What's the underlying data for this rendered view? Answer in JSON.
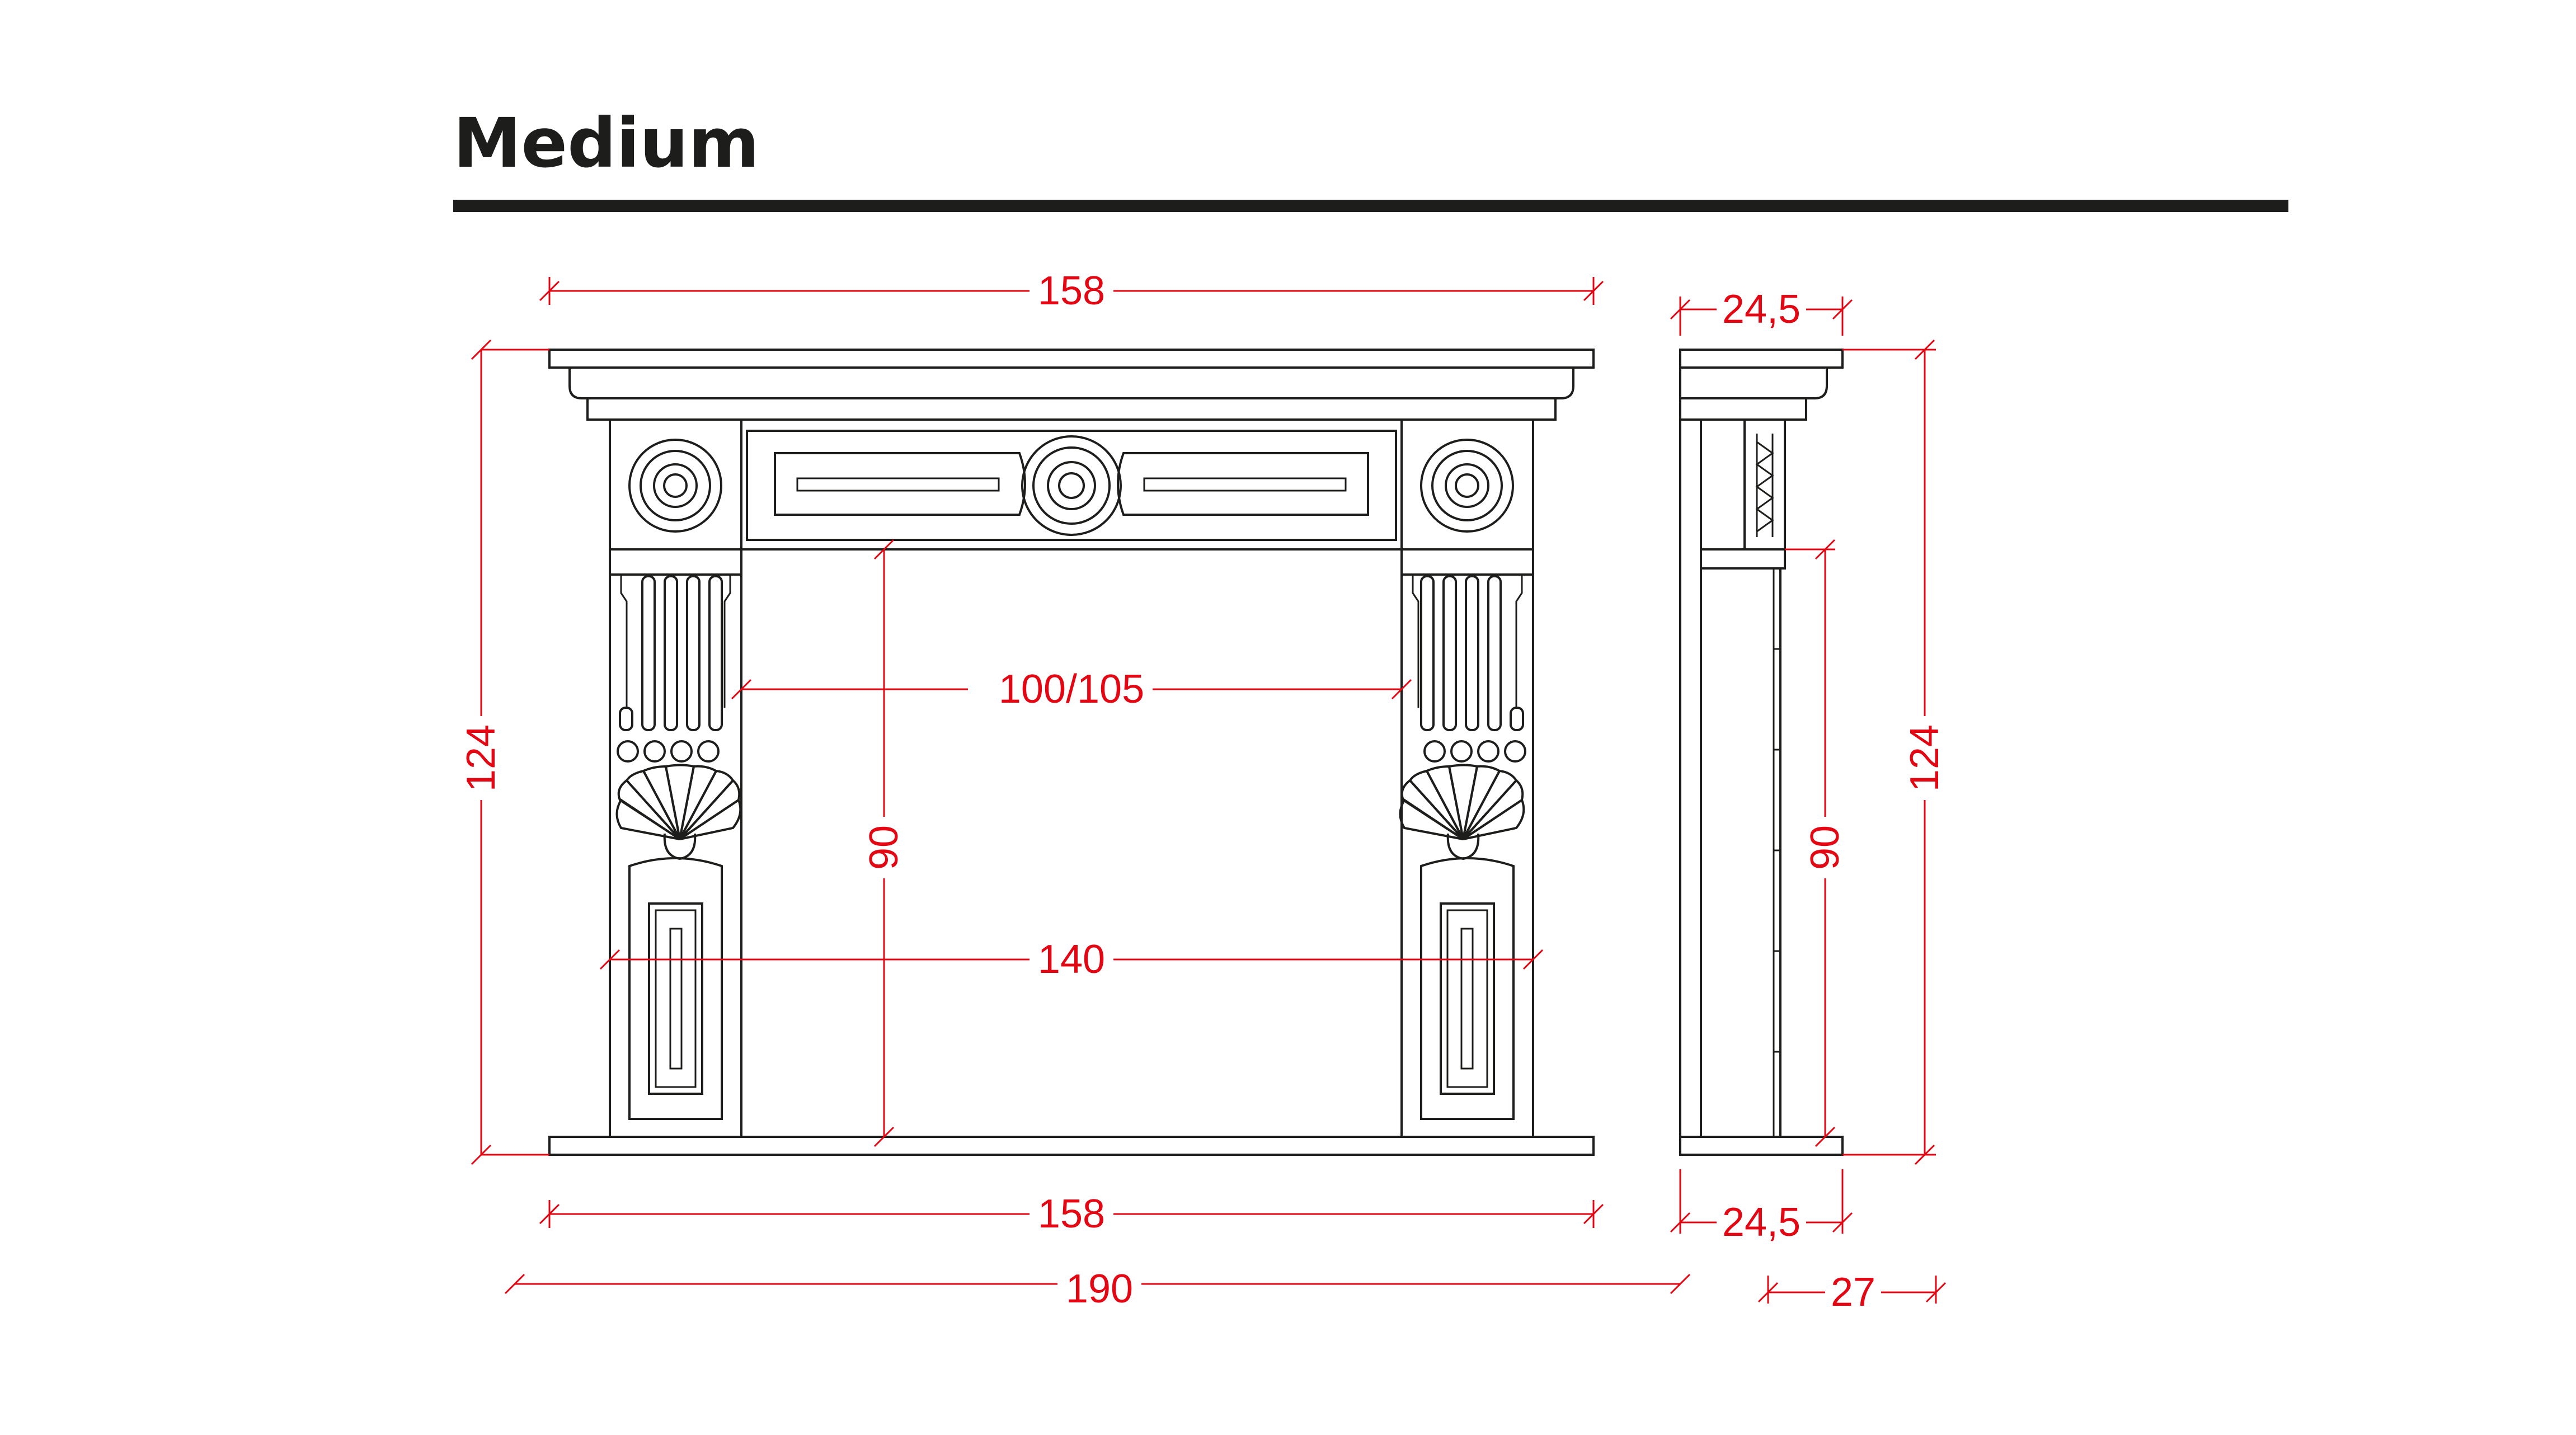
{
  "title": "Medium",
  "colors": {
    "title": "#1d1d1b",
    "outline": "#1d1d1b",
    "dimension": "#e30613",
    "background": "#ffffff"
  },
  "dimensions": {
    "top_width": "158",
    "bottom_width": "158",
    "total_height": "124",
    "opening_width": "100/105",
    "inner_width": "140",
    "opening_height": "90",
    "side_top_depth": "24,5",
    "side_bottom_depth": "24,5",
    "side_total_height": "124",
    "side_opening_height": "90",
    "overall_width": "190",
    "overall_depth": "27"
  }
}
